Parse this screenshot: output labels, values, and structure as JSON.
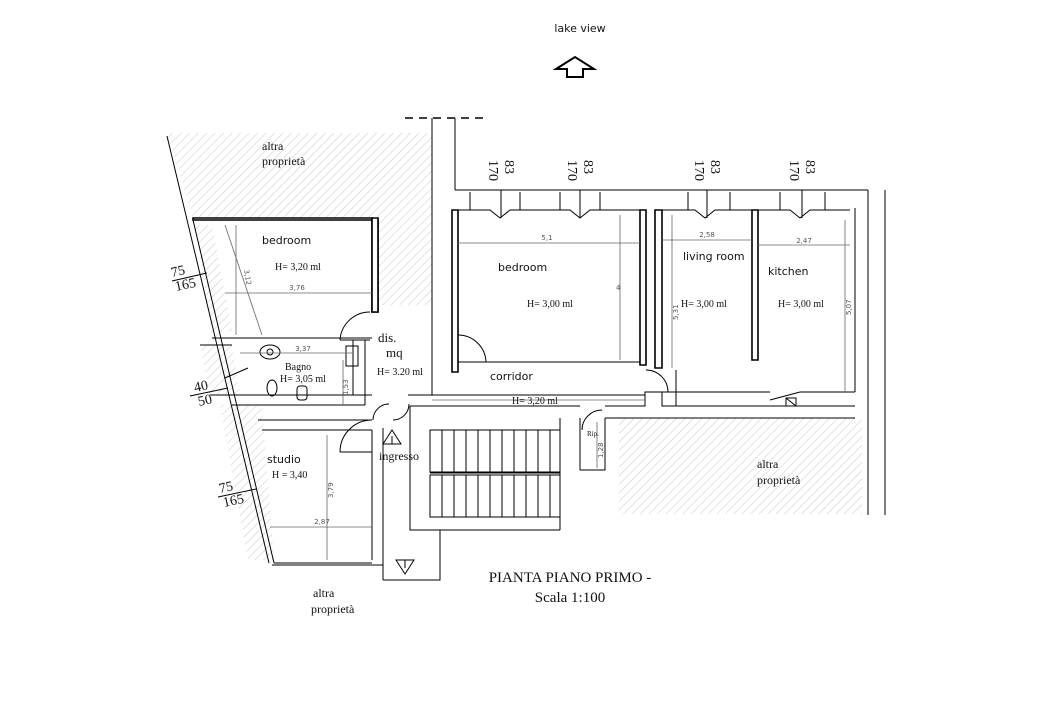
{
  "orientation": {
    "label": "lake view",
    "icon": "arrow-up-icon"
  },
  "title": {
    "line1": "PIANTA PIANO PRIMO -",
    "line2": "Scala 1:100"
  },
  "rooms": {
    "bedroom_left": {
      "name": "bedroom",
      "height": "H= 3,20 ml",
      "dim_w": "3,76",
      "dim_h": "3,12"
    },
    "dis": {
      "name_line1": "dis.",
      "name_line2": "mq",
      "height": "H= 3.20 ml"
    },
    "bagno": {
      "name": "Bagno",
      "height": "H= 3,05 ml",
      "dim_w": "3,37",
      "dim_h": "1,53"
    },
    "studio": {
      "name": "studio",
      "height": "H = 3,40",
      "dim_w": "2,87",
      "dim_h": "3,79"
    },
    "ingresso": {
      "name": "ingresso"
    },
    "bedroom_main": {
      "name": "bedroom",
      "height": "H= 3,00 ml",
      "dim_w": "5,1",
      "dim_h": "4"
    },
    "living_room": {
      "name": "living room",
      "height": "H= 3,00 ml",
      "dim_w": "2,58",
      "dim_h": "5,31"
    },
    "kitchen": {
      "name": "kitchen",
      "height": "H= 3,00 ml",
      "dim_w": "2,47",
      "dim_h": "5,07"
    },
    "corridor": {
      "name": "corridor",
      "height": "H= 3,20 ml"
    },
    "rip": {
      "name": "Rip.",
      "dim_h": "1,28"
    }
  },
  "neighbors": [
    {
      "line1": "altra",
      "line2": "proprietà"
    },
    {
      "line1": "altra",
      "line2": "proprietà"
    },
    {
      "line1": "altra",
      "line2": "proprietà"
    }
  ],
  "window_marks": {
    "top": [
      {
        "a": "83",
        "b": "170"
      },
      {
        "a": "83",
        "b": "170"
      },
      {
        "a": "83",
        "b": "170"
      },
      {
        "a": "83",
        "b": "170"
      }
    ],
    "left": [
      {
        "a": "75",
        "b": "165"
      },
      {
        "a": "40",
        "b": "50"
      },
      {
        "a": "75",
        "b": "165"
      }
    ]
  }
}
